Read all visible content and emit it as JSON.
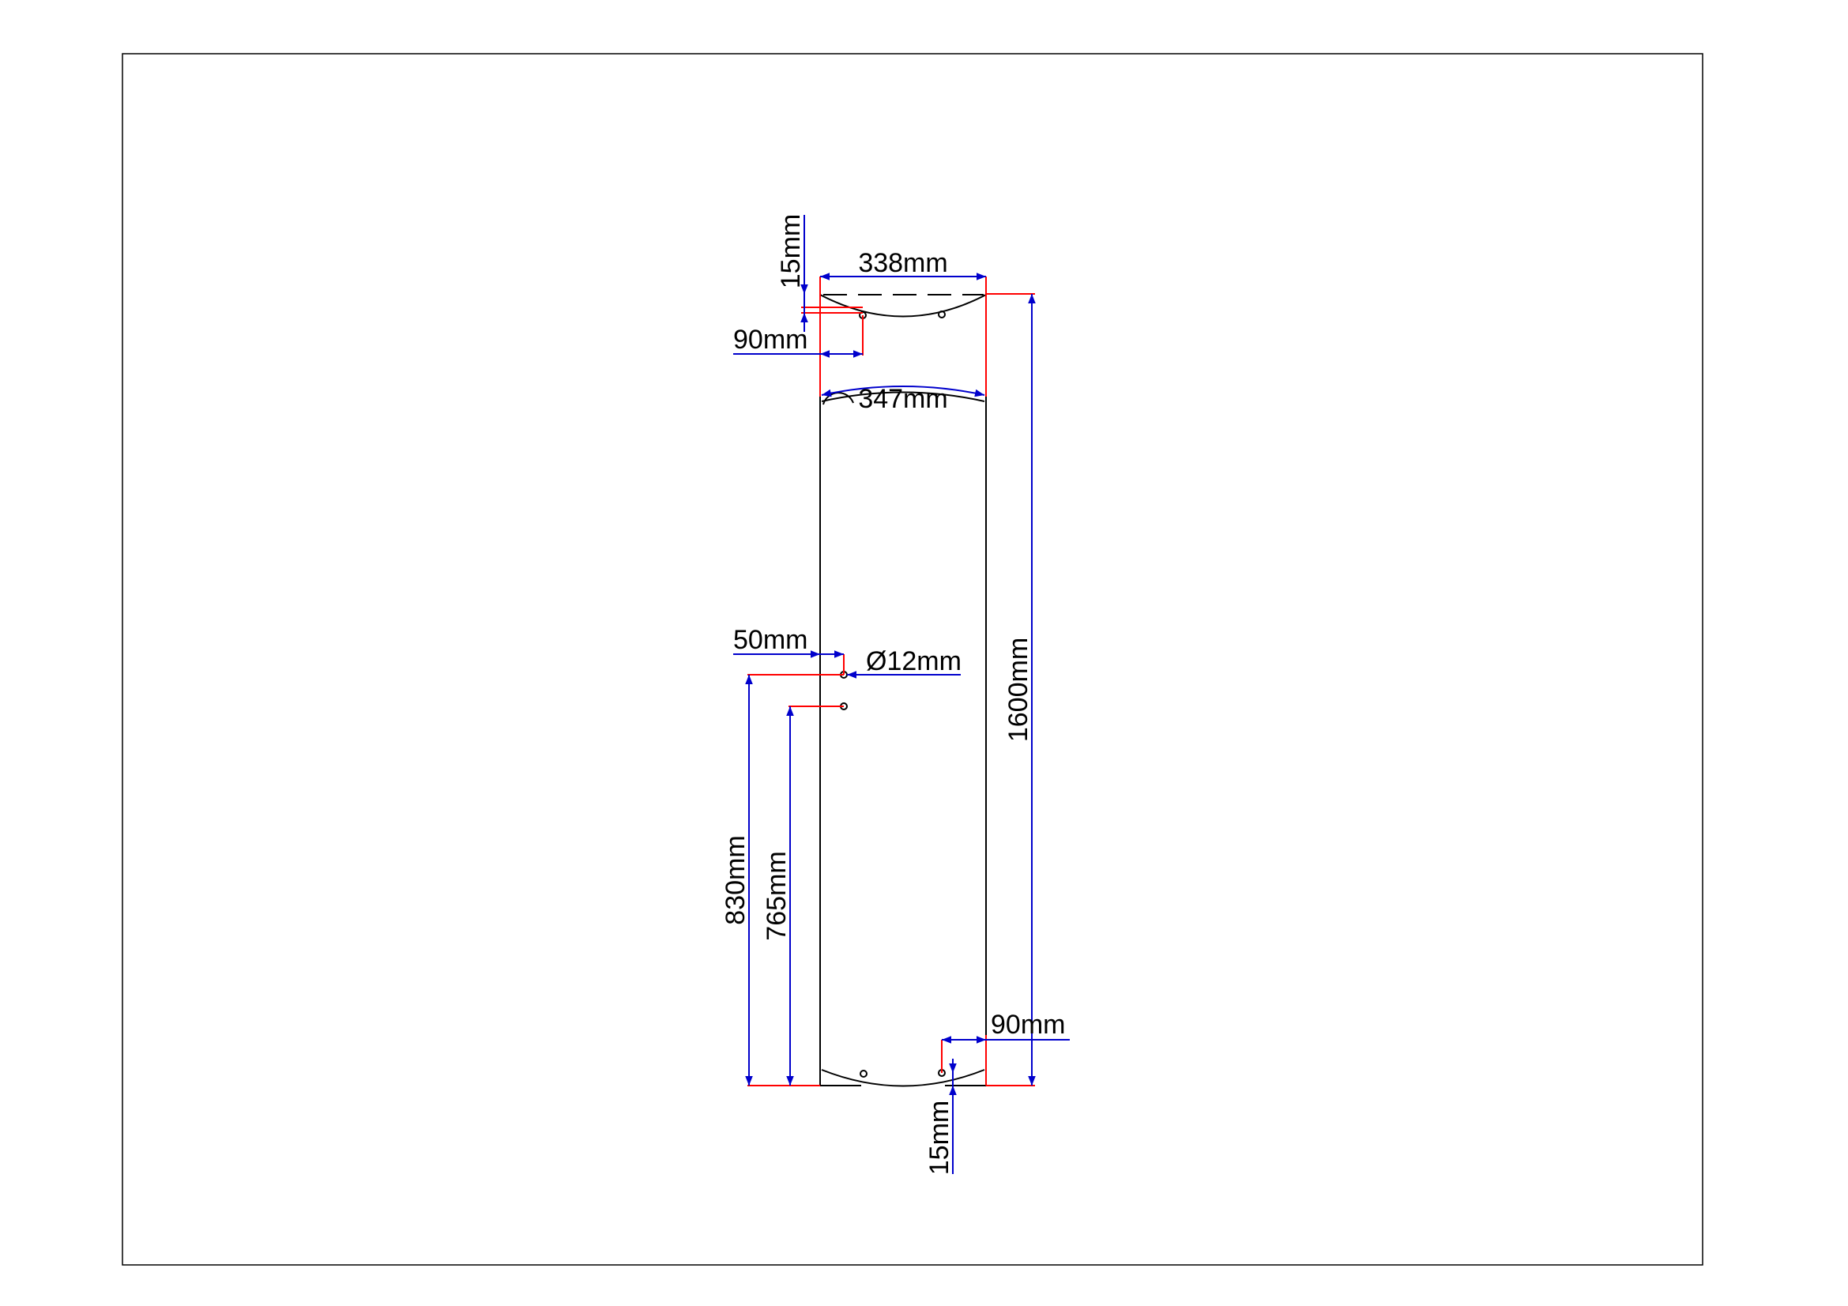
{
  "drawing": {
    "colors": {
      "outline": "#000000",
      "extension": "#ff0000",
      "dimension": "#0000cc",
      "frame": "#000000"
    },
    "labels": {
      "top_width": "338mm",
      "arc_length": "347mm",
      "total_height": "1600mm",
      "top_offset_vertical": "15mm",
      "top_offset_horizontal": "90mm",
      "hole_offset": "50mm",
      "hole_diameter": "Ø12mm",
      "hole_height_upper": "830mm",
      "hole_height_lower": "765mm",
      "bottom_offset_horizontal": "90mm",
      "bottom_offset_vertical": "15mm"
    }
  }
}
